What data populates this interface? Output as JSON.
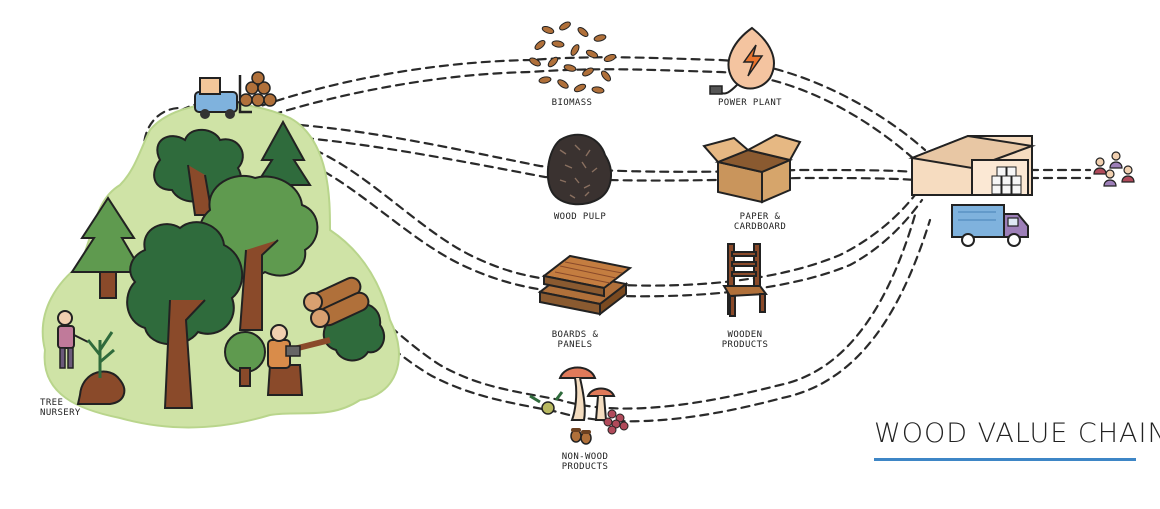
{
  "title": "WOOD VALUE CHAIN",
  "labels": {
    "biomass": "BIOMASS",
    "power_plant": "POWER PLANT",
    "wood_pulp": "WOOD PULP",
    "paper_cardboard": "PAPER &\nCARDBOARD",
    "boards_panels": "BOARDS &\nPANELS",
    "wooden_products": "WOODEN\nPRODUCTS",
    "non_wood_products": "NON-WOOD\nPRODUCTS",
    "tree_nursery": "TREE\nNURSERY"
  },
  "colors": {
    "forest_light": "#cfe3a6",
    "tree_green": "#5f9a4f",
    "tree_dark": "#2f6b3c",
    "trunk": "#8a4a2a",
    "wood": "#b0703a",
    "cardboard": "#d6a56b",
    "warehouse": "#f6dcc0",
    "truck": "#7fb2dd",
    "accent_blue": "#3e86c6"
  }
}
